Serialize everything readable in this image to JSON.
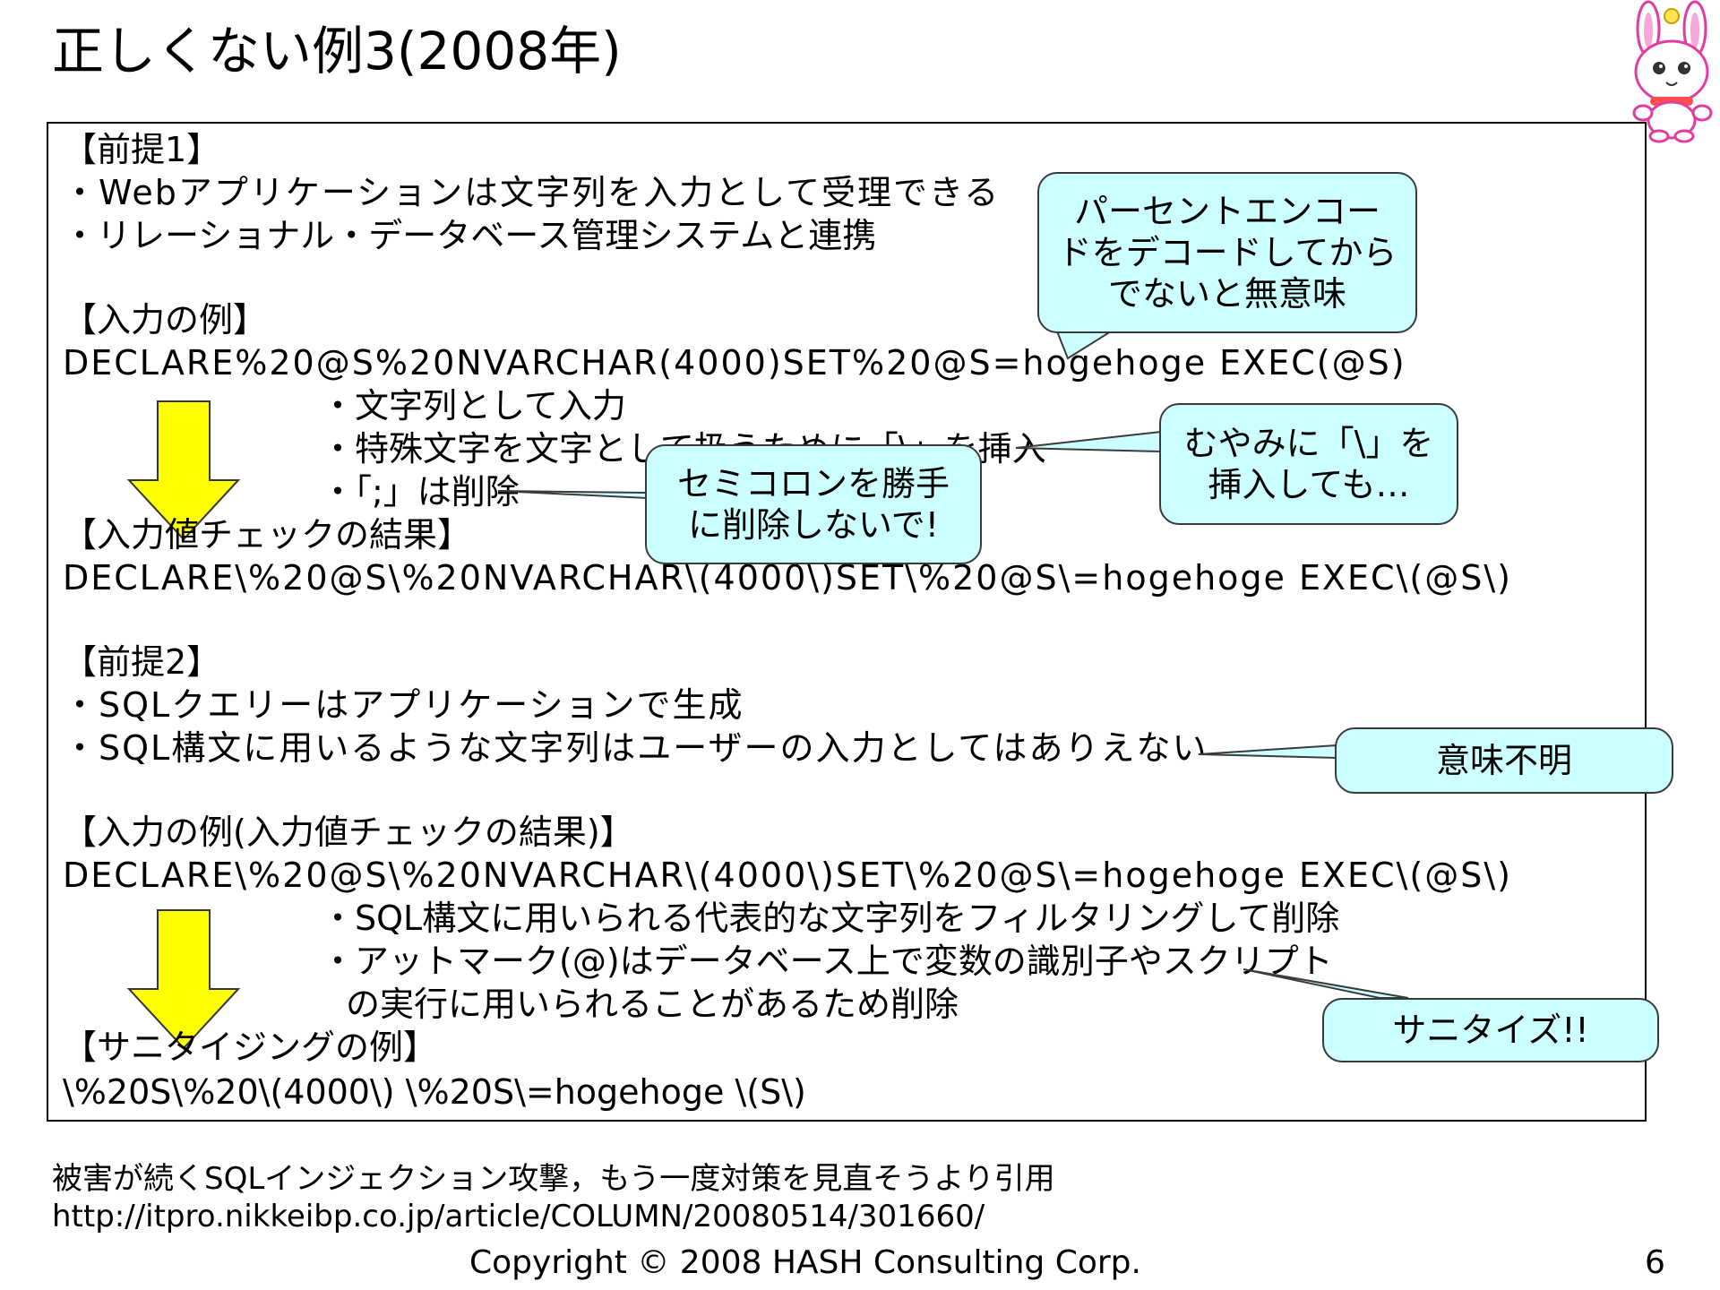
{
  "title": "正しくない例3(2008年)",
  "mascot_icon": "bunny-mascot",
  "body": {
    "premise1_heading": "【前提1】",
    "premise1_item1": "・Webアプリケーションは文字列を入力として受理できる",
    "premise1_item2": "・リレーショナル・データベース管理システムと連携",
    "input_example_heading": "【入力の例】",
    "input_example": "DECLARE%20@S%20NVARCHAR(4000)SET%20@S=hogehoge EXEC(@S)",
    "step1_item1": "・文字列として入力",
    "step1_item2": "・特殊文字を文字として扱うために「\\」を挿入",
    "step1_item3": "・「;」は削除",
    "check_result_heading": "【入力値チェックの結果】",
    "check_result": "DECLARE\\%20@S\\%20NVARCHAR\\(4000\\)SET\\%20@S\\=hogehoge EXEC\\(@S\\)",
    "premise2_heading": "【前提2】",
    "premise2_item1": "・SQLクエリーはアプリケーションで生成",
    "premise2_item2": "・SQL構文に用いるような文字列はユーザーの入力としてはありえない",
    "input_example2_heading": "【入力の例(入力値チェックの結果)】",
    "input_example2": "DECLARE\\%20@S\\%20NVARCHAR\\(4000\\)SET\\%20@S\\=hogehoge EXEC\\(@S\\)",
    "step2_item1": "・SQL構文に用いられる代表的な文字列をフィルタリングして削除",
    "step2_item2": "・アットマーク(@)はデータベース上で変数の識別子やスクリプト",
    "step2_item3": "の実行に用いられることがあるため削除",
    "sanitize_heading": "【サニタイジングの例】",
    "sanitize_example": "\\%20S\\%20\\(4000\\) \\%20S\\=hogehoge \\(S\\)"
  },
  "callouts": {
    "percent_encode": "パーセントエンコー\nドをデコードしてから\nでないと無意味",
    "backslash": "むやみに「\\」を\n挿入しても…",
    "semicolon": "セミコロンを勝手\nに削除しないで!",
    "meaningless": "意味不明",
    "sanitize": "サニタイズ!!"
  },
  "colors": {
    "callout_fill": "#ccffff",
    "arrow_fill": "#ffff00"
  },
  "footer": {
    "source": "被害が続くSQLインジェクション攻撃，もう一度対策を見直そうより引用",
    "url": "http://itpro.nikkeibp.co.jp/article/COLUMN/20080514/301660/",
    "copyright": "Copyright © 2008 HASH Consulting Corp.",
    "page_number": "6"
  }
}
